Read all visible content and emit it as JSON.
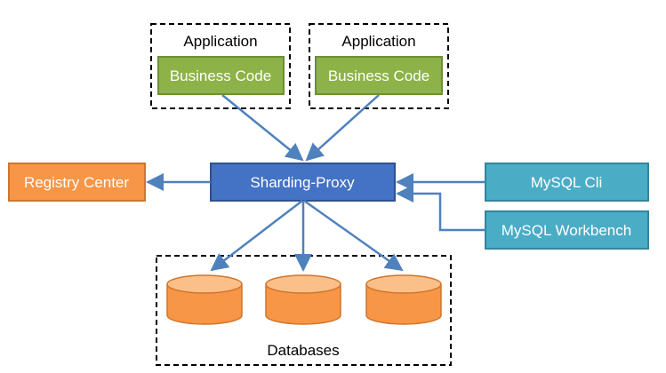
{
  "applications": [
    {
      "title": "Application",
      "code_label": "Business Code"
    },
    {
      "title": "Application",
      "code_label": "Business Code"
    }
  ],
  "proxy": {
    "label": "Sharding-Proxy"
  },
  "registry": {
    "label": "Registry Center"
  },
  "clients": [
    {
      "label": "MySQL Cli"
    },
    {
      "label": "MySQL Workbench"
    }
  ],
  "databases": {
    "label": "Databases",
    "count": 3
  },
  "colors": {
    "business_code_fill": "#8DB348",
    "business_code_stroke": "#6E8F34",
    "proxy_fill": "#4472C4",
    "proxy_stroke": "#2F528F",
    "registry_fill": "#F79646",
    "registry_stroke": "#D0752B",
    "client_fill": "#4BACC6",
    "client_stroke": "#31859C",
    "db_fill": "#F79646",
    "db_top": "#FBBF8A",
    "arrow": "#4F81BD",
    "dashed_border": "#000000",
    "text_dark": "#000000",
    "text_light": "#FFFFFF"
  }
}
